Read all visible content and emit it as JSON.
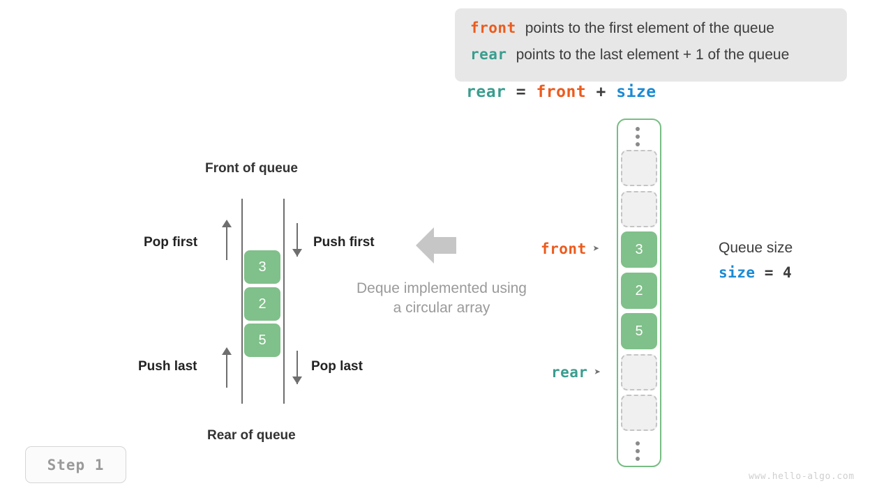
{
  "legend": {
    "lines": [
      {
        "keyword": "front",
        "keyword_color": "#ec5b1d",
        "text": "points to the first element of the queue"
      },
      {
        "keyword": "rear",
        "keyword_color": "#399d8e",
        "text": "points to the last element + 1 of the queue"
      }
    ]
  },
  "formula": {
    "lhs": "rear",
    "eq": " = ",
    "rhs1": "front",
    "plus": " + ",
    "rhs2": "size"
  },
  "deque": {
    "front_heading": "Front of queue",
    "rear_heading": "Rear of queue",
    "operations": {
      "pop_first": "Pop first",
      "push_first": "Push first",
      "push_last": "Push last",
      "pop_last": "Pop last"
    },
    "cells": [
      {
        "value": "3"
      },
      {
        "value": "2"
      },
      {
        "value": "5"
      }
    ]
  },
  "caption": {
    "line1": "Deque implemented using",
    "line2": "a circular array"
  },
  "circular_array": {
    "cells": [
      {
        "type": "dots",
        "value": ""
      },
      {
        "type": "empty",
        "value": ""
      },
      {
        "type": "empty",
        "value": ""
      },
      {
        "type": "filled",
        "value": "3"
      },
      {
        "type": "filled",
        "value": "2"
      },
      {
        "type": "filled",
        "value": "5"
      },
      {
        "type": "empty",
        "value": ""
      },
      {
        "type": "empty",
        "value": ""
      },
      {
        "type": "dots",
        "value": ""
      }
    ],
    "pointers": {
      "front": "front",
      "rear": "rear",
      "arrow_glyph": "➤"
    }
  },
  "queue_size": {
    "label": "Queue size",
    "var": "size",
    "eq": " = ",
    "value": "4"
  },
  "step_badge": {
    "label": "Step 1"
  },
  "watermark": {
    "text": "www.hello-algo.com"
  },
  "colors": {
    "front": "#ec5b1d",
    "rear": "#399d8e",
    "size": "#1a8ad4",
    "cell_green": "#80c08a",
    "array_border": "#77bd83",
    "muted": "#9a9a9a"
  }
}
